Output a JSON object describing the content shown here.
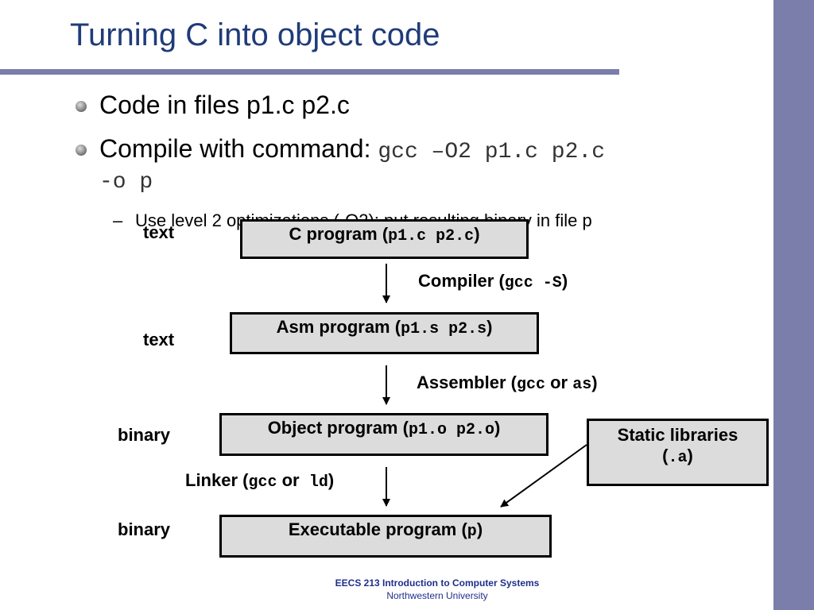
{
  "slide": {
    "title": "Turning C into object code",
    "bullets": [
      {
        "text": "Code in files p1.c p2.c"
      },
      {
        "text": "Compile with command: ",
        "cmd_line1": "gcc –O2 p1.c p2.c",
        "cmd_line2": "-o p"
      }
    ],
    "sub_bullet": {
      "dash": "–",
      "text": "Use level 2 optimizations (-O2); put resulting binary in file p"
    }
  },
  "diagram": {
    "boxes": {
      "c_program": {
        "label": "C program (",
        "code": "p1.c p2.c",
        "close": ")"
      },
      "asm_program": {
        "label": "Asm program (",
        "code": "p1.s p2.s",
        "close": ")"
      },
      "object_program": {
        "label": "Object program (",
        "code": "p1.o p2.o",
        "close": ")"
      },
      "executable_program": {
        "label": "Executable program (",
        "code": "p",
        "close": ")"
      },
      "static_libraries": {
        "label": "Static libraries",
        "open": "(",
        "code": ".a",
        "close": ")"
      }
    },
    "side_labels": [
      "text",
      "text",
      "binary",
      "binary"
    ],
    "edges": {
      "compiler": {
        "label": "Compiler (",
        "code": "gcc -S",
        "close": ")"
      },
      "assembler": {
        "label": "Assembler (",
        "code1": "gcc",
        "or": " or ",
        "code2": "as",
        "close": ")"
      },
      "linker": {
        "label": "Linker (",
        "code1": "gcc",
        "or": " or  ",
        "code2": "ld",
        "close": ")"
      }
    }
  },
  "footer": {
    "course": "EECS 213 Introduction to Computer Systems",
    "university": "Northwestern University"
  },
  "colors": {
    "title": "#1f3b7a",
    "accent_bar": "#7b7daa",
    "box_fill": "#dcdcdc",
    "footer": "#1f2f8a"
  }
}
